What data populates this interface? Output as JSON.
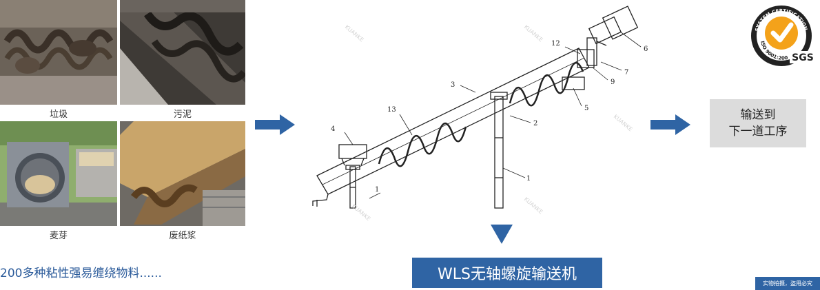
{
  "photos": [
    {
      "label": "垃圾"
    },
    {
      "label": "污泥"
    },
    {
      "label": "麦芽"
    },
    {
      "label": "废纸浆"
    }
  ],
  "materials_text": "200多种粘性强易缠绕物料......",
  "diagram": {
    "part_labels": [
      "1",
      "1",
      "2",
      "3",
      "4",
      "5",
      "6",
      "7",
      "9",
      "12",
      "13"
    ],
    "watermark": "KUANKE"
  },
  "title": "WLS无轴螺旋输送机",
  "next_step": {
    "line1": "输送到",
    "line2": "下一道工序"
  },
  "certificate": {
    "ring_top": "SYSTEM CERTIFICATION",
    "ring_bottom": "ISO 9001:2000",
    "brand": "SGS"
  },
  "corner_note": "实物拍摄，盗用必究",
  "colors": {
    "arrow": "#2f64a4",
    "title_bg": "#2f64a4",
    "next_bg": "#dcdcdc",
    "sgs_orange": "#f4a21a"
  }
}
